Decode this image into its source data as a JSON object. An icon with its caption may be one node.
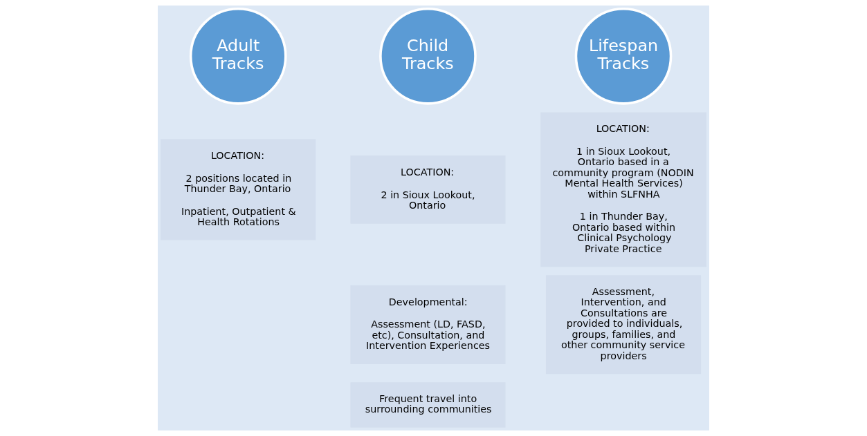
{
  "diagram": {
    "nodes": [
      {
        "text": [
          "Adult Tracks"
        ]
      },
      {
        "text": [
          "LOCATION:",
          "2 positions located in Thunder Bay, Ontario",
          "Inpatient, Outpatient & Health Rotations"
        ]
      },
      {
        "text": [
          "Child Tracks"
        ]
      },
      {
        "text": [
          "LOCATION:",
          "2 in Sioux Lookout, Ontario"
        ]
      },
      {
        "text": [
          "Developmental:",
          "Assessment (LD, FASD, etc), Consultation, and Intervention Experiences"
        ]
      },
      {
        "text": [
          "Frequent travel into surrounding communities"
        ]
      },
      {
        "text": [
          "Lifespan Tracks"
        ]
      },
      {
        "text": [
          "LOCATION:",
          "1 in Sioux Lookout, Ontario based in a community program (NODIN Mental Health Services) within SLFNHA",
          "1 in Thunder Bay, Ontario based within Clinical Psychology Private Practice"
        ]
      },
      {
        "text": [
          "Assessment, Intervention, and Consultations are provided to individuals, groups, families, and other community service providers"
        ]
      }
    ],
    "edges": []
  }
}
